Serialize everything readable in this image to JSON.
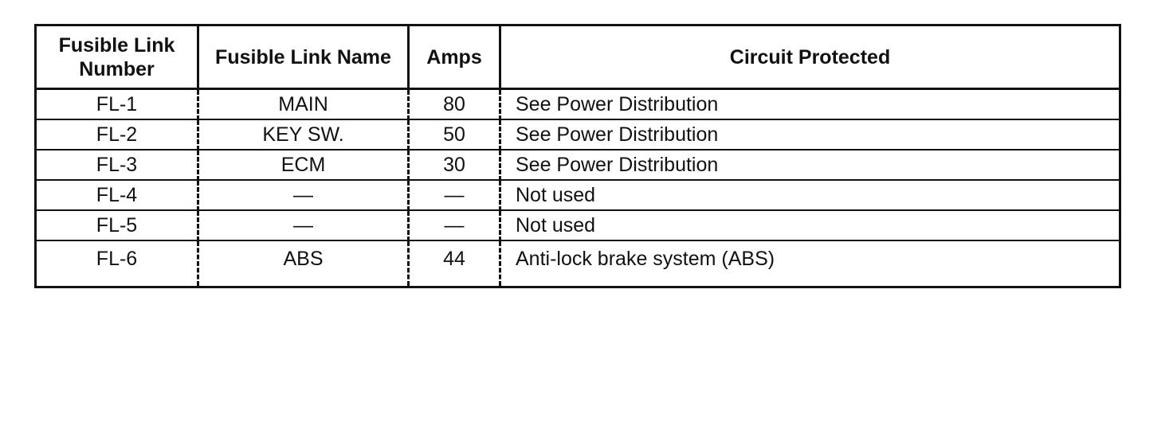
{
  "table": {
    "headers": {
      "number": "Fusible Link Number",
      "name": "Fusible Link Name",
      "amps": "Amps",
      "circuit": "Circuit Protected"
    },
    "rows": [
      {
        "number": "FL-1",
        "name": "MAIN",
        "amps": "80",
        "circuit": "See Power Distribution"
      },
      {
        "number": "FL-2",
        "name": "KEY SW.",
        "amps": "50",
        "circuit": "See Power Distribution"
      },
      {
        "number": "FL-3",
        "name": "ECM",
        "amps": "30",
        "circuit": "See Power Distribution"
      },
      {
        "number": "FL-4",
        "name": "—",
        "amps": "—",
        "circuit": "Not used"
      },
      {
        "number": "FL-5",
        "name": "—",
        "amps": "—",
        "circuit": "Not used"
      },
      {
        "number": "FL-6",
        "name": "ABS",
        "amps": "44",
        "circuit": "Anti-lock brake system (ABS)"
      }
    ]
  }
}
